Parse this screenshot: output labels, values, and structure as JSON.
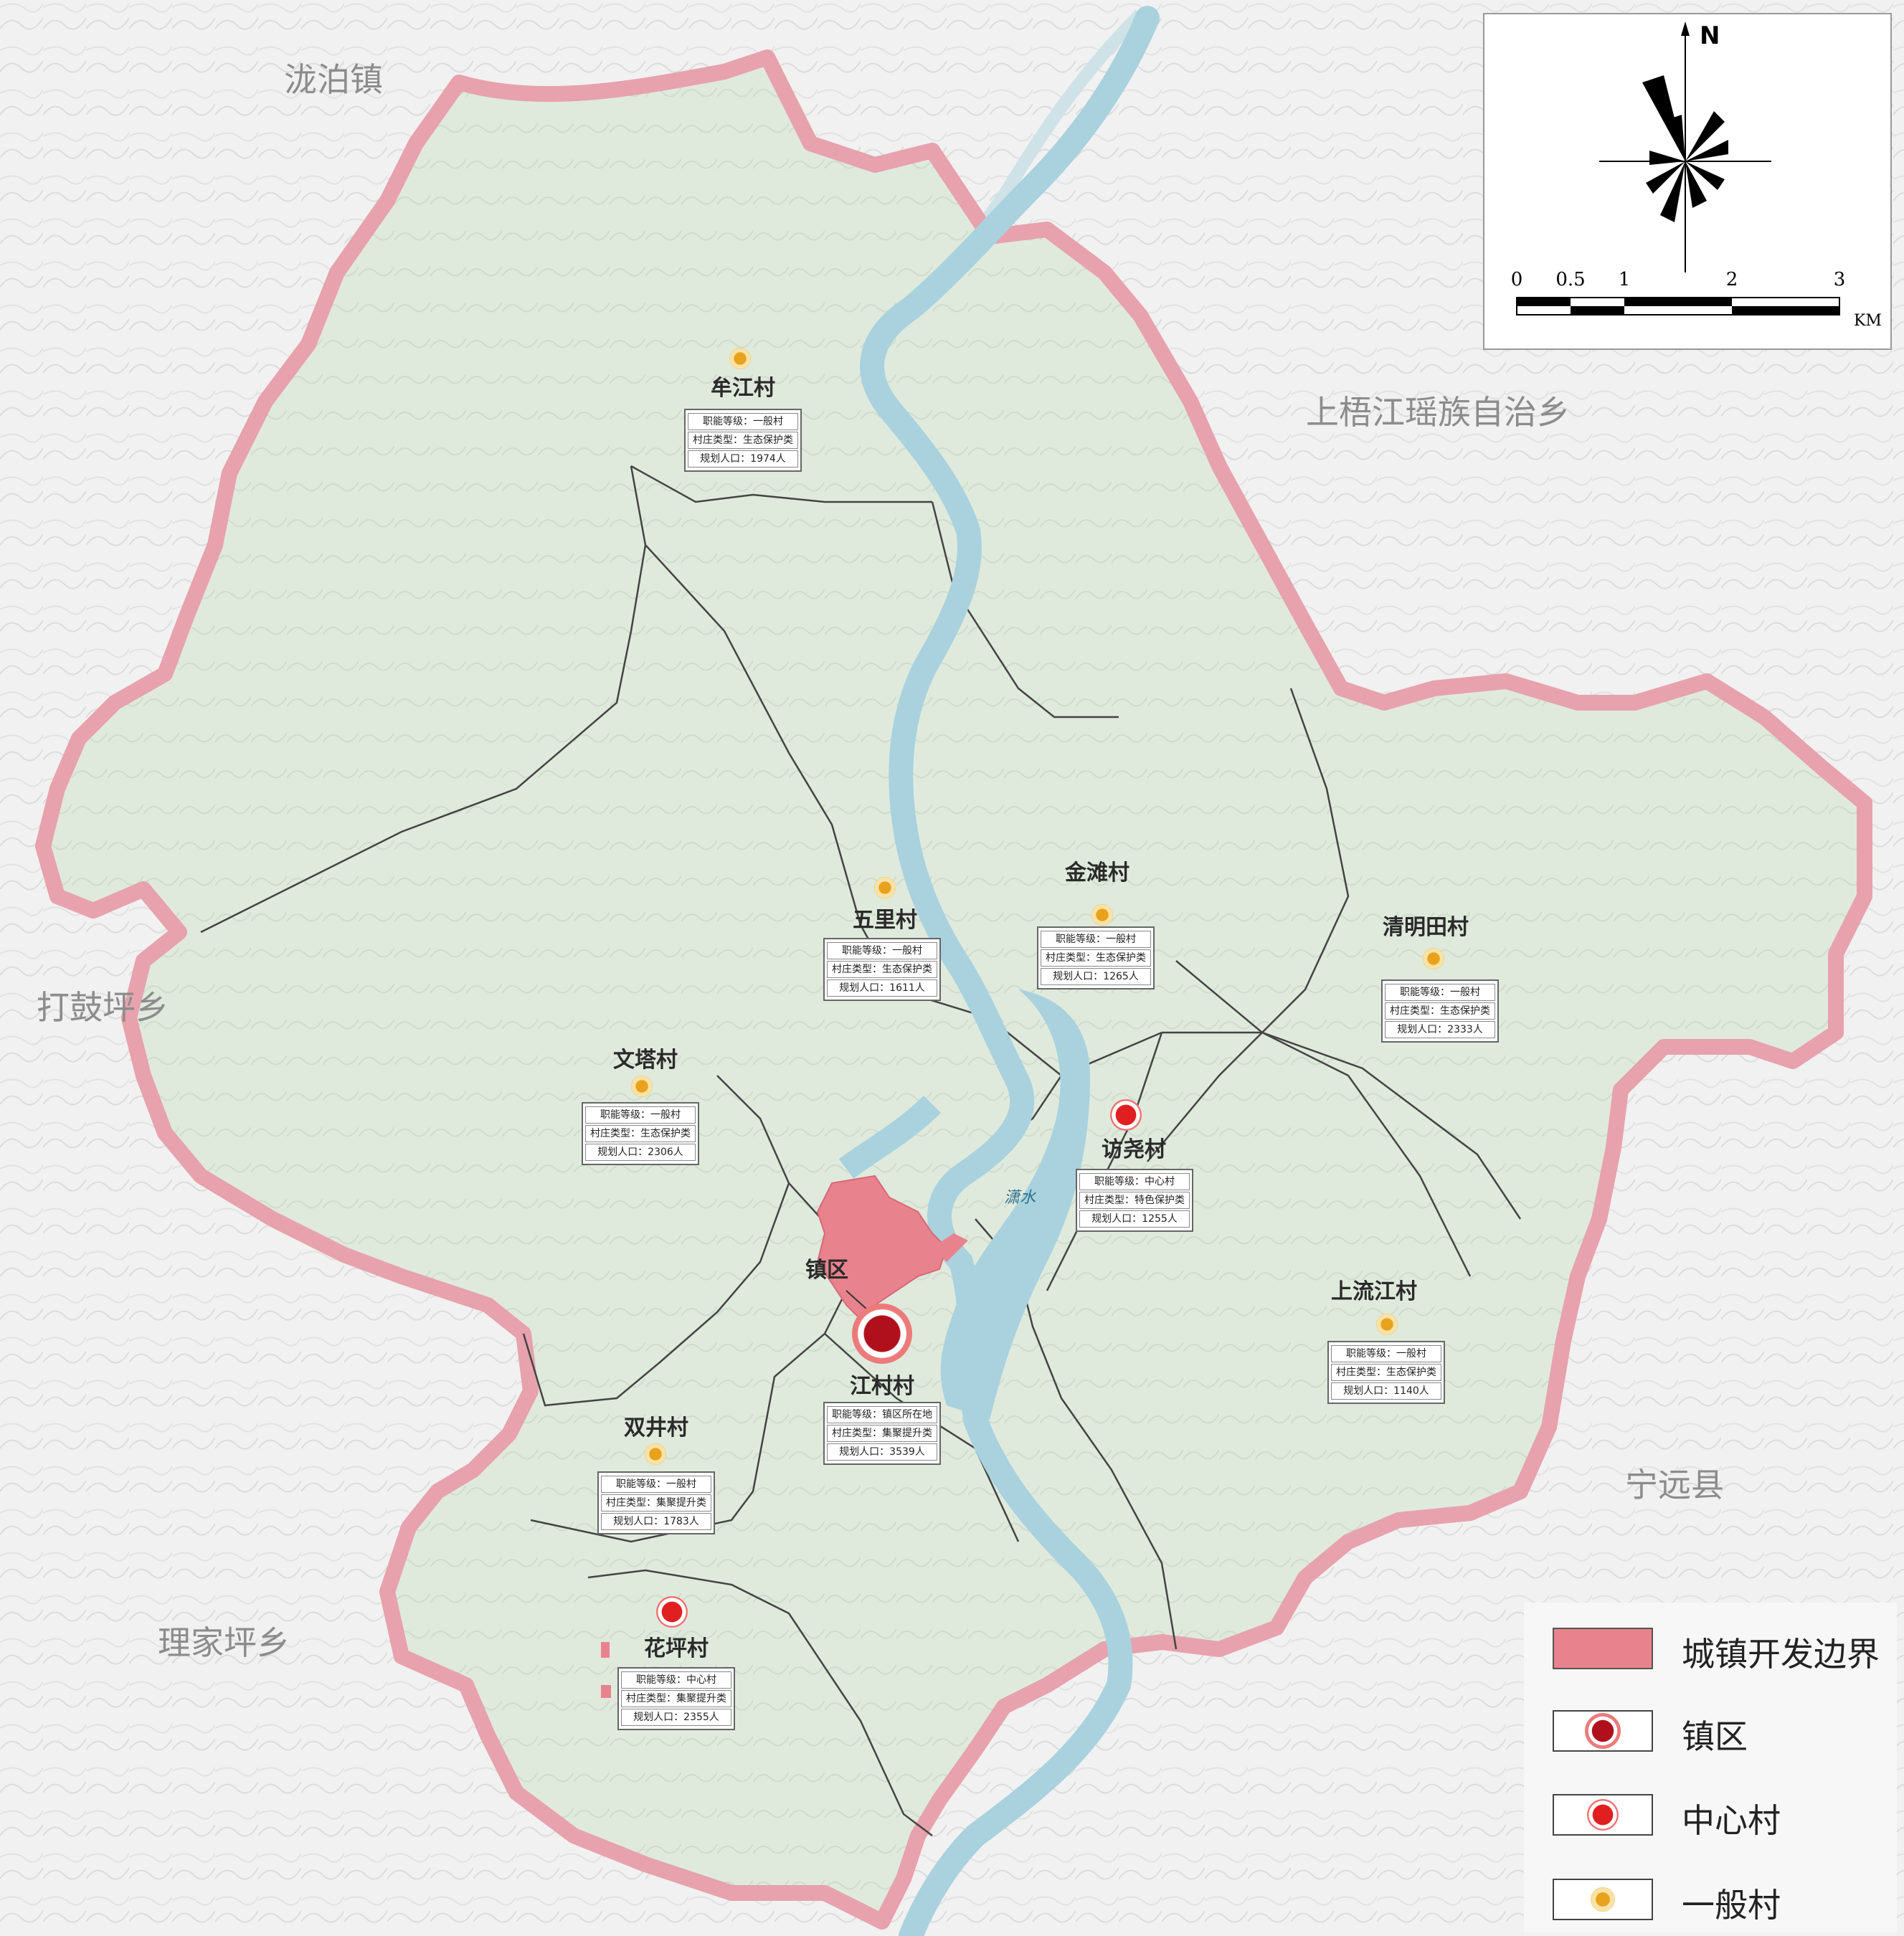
{
  "colors": {
    "boundary": "#e7a2ad",
    "land": "#dfeadd",
    "river": "#a9d2de",
    "town_area": "#e8838e",
    "general_village": "#e9a21c",
    "center_village": "#e02020",
    "town_center": "#b0101c"
  },
  "regions": {
    "longbo": "泷泊镇",
    "shangwujiang": "上梧江瑶族自治乡",
    "dagupingxiang": "打鼓坪乡",
    "ningyuan": "宁远县",
    "lijiaping": "理家坪乡"
  },
  "river": {
    "label": "潇水"
  },
  "town_label": "镇区",
  "villages": [
    {
      "name": "牟江村",
      "type": "general",
      "rows": [
        "职能等级：一般村",
        "村庄类型：生态保护类",
        "规划人口：1974人"
      ]
    },
    {
      "name": "五里村",
      "type": "general",
      "rows": [
        "职能等级：一般村",
        "村庄类型：生态保护类",
        "规划人口：1611人"
      ]
    },
    {
      "name": "金滩村",
      "type": "general",
      "rows": [
        "职能等级：一般村",
        "村庄类型：生态保护类",
        "规划人口：1265人"
      ]
    },
    {
      "name": "清明田村",
      "type": "general",
      "rows": [
        "职能等级：一般村",
        "村庄类型：生态保护类",
        "规划人口：2333人"
      ]
    },
    {
      "name": "文塔村",
      "type": "general",
      "rows": [
        "职能等级：一般村",
        "村庄类型：生态保护类",
        "规划人口：2306人"
      ]
    },
    {
      "name": "访尧村",
      "type": "center",
      "rows": [
        "职能等级：中心村",
        "村庄类型：特色保护类",
        "规划人口：1255人"
      ]
    },
    {
      "name": "上流江村",
      "type": "general",
      "rows": [
        "职能等级：一般村",
        "村庄类型：生态保护类",
        "规划人口：1140人"
      ]
    },
    {
      "name": "江村村",
      "type": "town",
      "rows": [
        "职能等级：镇区所在地",
        "村庄类型：集聚提升类",
        "规划人口：3539人"
      ]
    },
    {
      "name": "双井村",
      "type": "general",
      "rows": [
        "职能等级：一般村",
        "村庄类型：集聚提升类",
        "规划人口：1783人"
      ]
    },
    {
      "name": "花坪村",
      "type": "center",
      "rows": [
        "职能等级：中心村",
        "村庄类型：集聚提升类",
        "规划人口：2355人"
      ]
    }
  ],
  "compass": {
    "north": "N"
  },
  "scale": {
    "ticks": [
      "0",
      "0.5",
      "1",
      "2",
      "3"
    ],
    "unit": "KM"
  },
  "legend": {
    "items": [
      {
        "label": "城镇开发边界",
        "symbol": "boundary-fill"
      },
      {
        "label": "镇区",
        "symbol": "town-marker"
      },
      {
        "label": "中心村",
        "symbol": "center-marker"
      },
      {
        "label": "一般村",
        "symbol": "general-marker"
      }
    ]
  }
}
